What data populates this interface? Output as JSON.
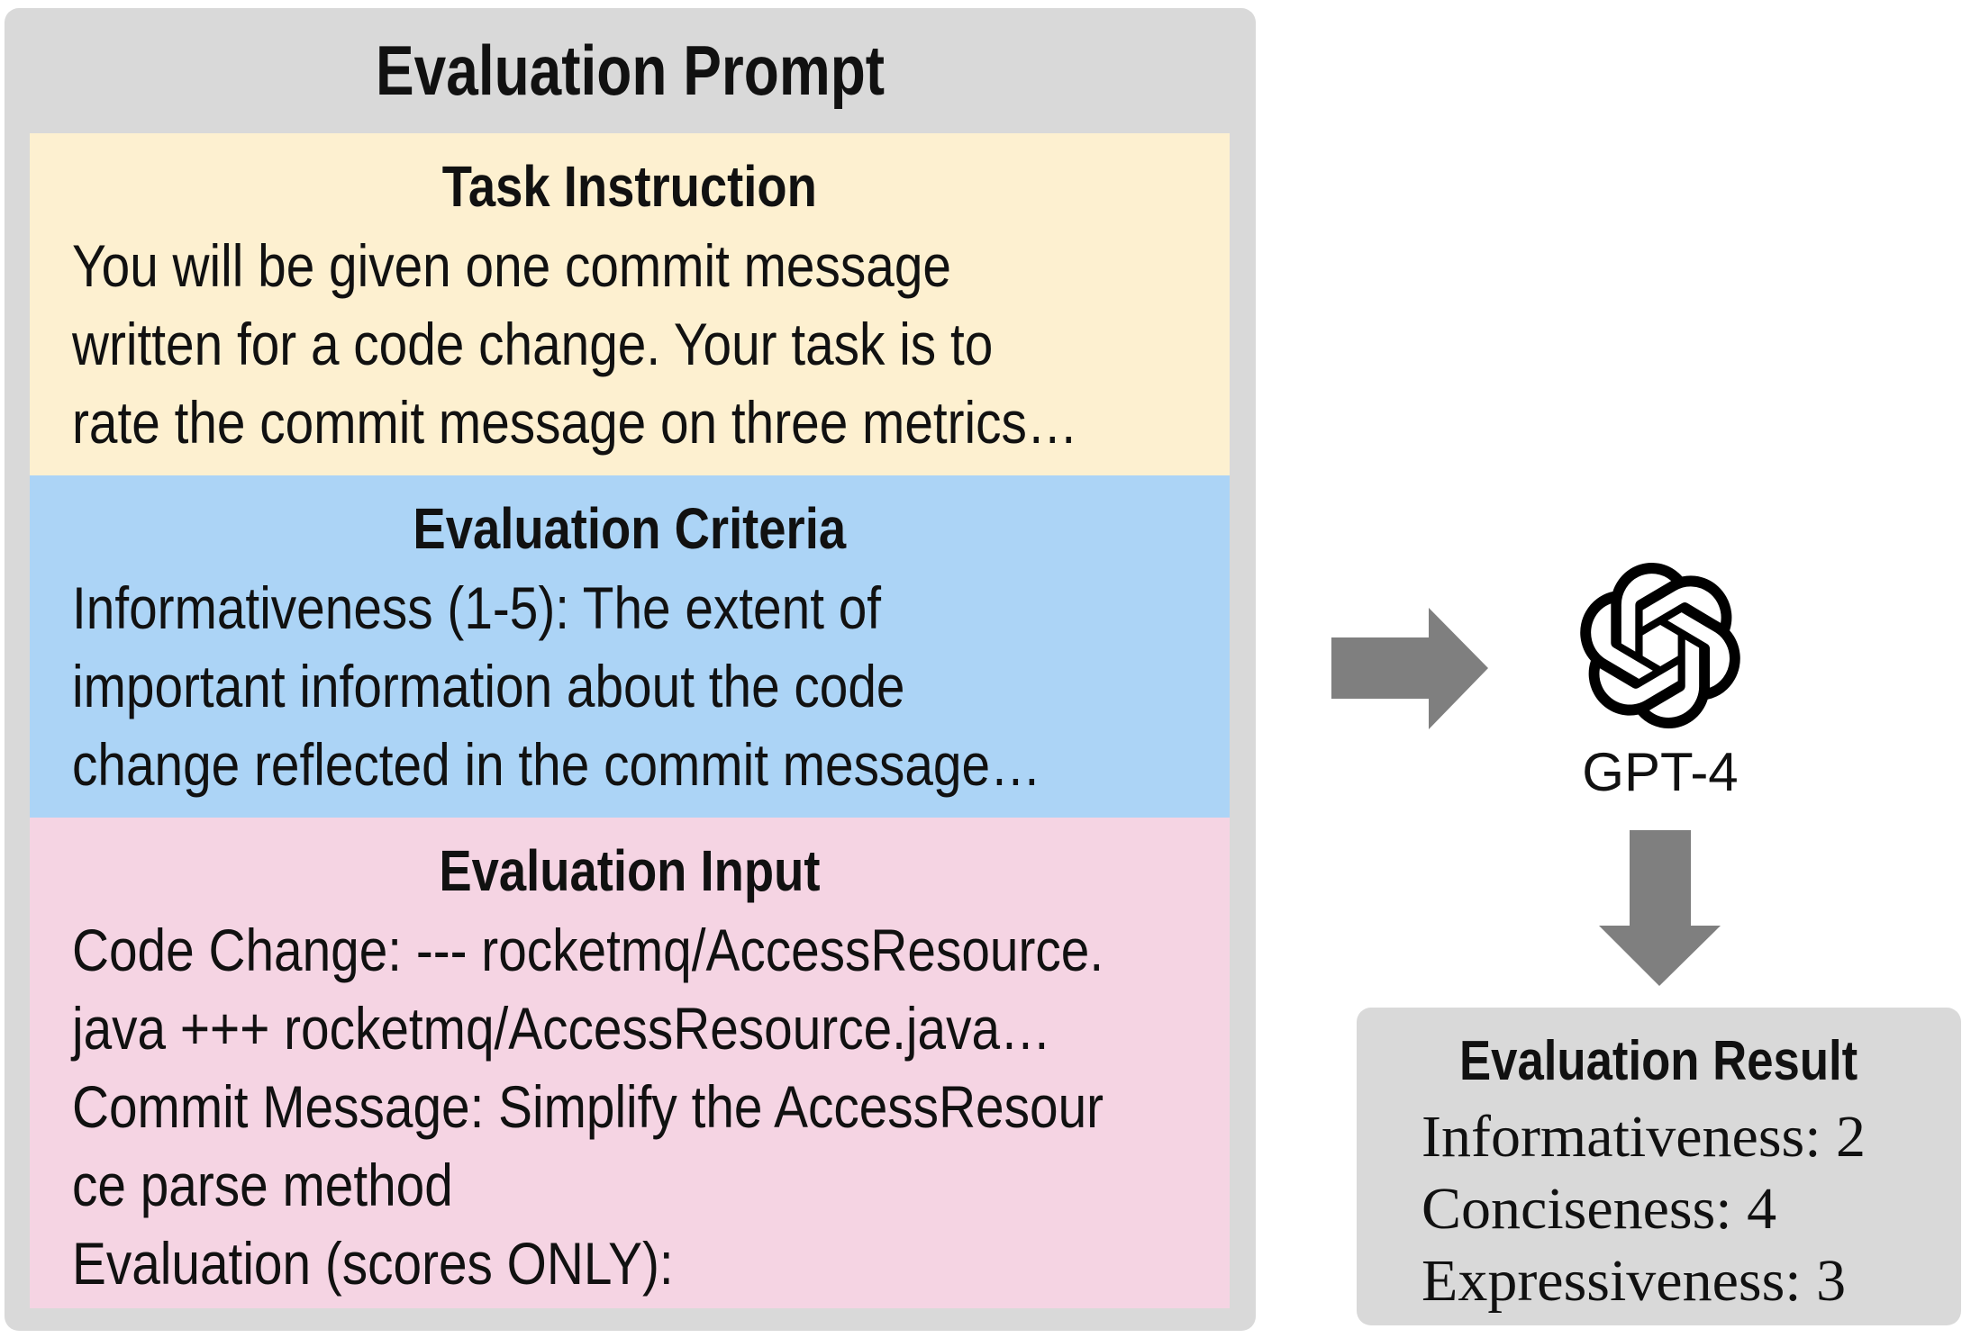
{
  "prompt_panel": {
    "title": "Evaluation Prompt",
    "sections": [
      {
        "heading": "Task Instruction",
        "lines": [
          "You will be given one commit message",
          "written for a code change. Your task is to",
          "rate the commit message on three metrics…"
        ]
      },
      {
        "heading": "Evaluation Criteria",
        "lines": [
          "Informativeness (1-5): The extent of",
          "important information about the code",
          "change reflected in the commit message…"
        ]
      },
      {
        "heading": "Evaluation Input",
        "lines": [
          "Code Change: --- rocketmq/AccessResource.",
          "java +++ rocketmq/AccessResource.java…",
          "Commit Message: Simplify the AccessResour",
          "ce parse method",
          "Evaluation (scores ONLY):"
        ]
      }
    ]
  },
  "model": {
    "label": "GPT-4",
    "logo_icon": "openai-logo-icon"
  },
  "result_panel": {
    "heading": "Evaluation Result",
    "lines": [
      "Informativeness: 2",
      "Conciseness: 4",
      "Expressiveness: 3"
    ]
  },
  "colors": {
    "panel_bg": "#d9d9d9",
    "task_bg": "#fdf0d0",
    "criteria_bg": "#acd4f6",
    "input_bg": "#f5d4e3",
    "arrow": "#7f7f7f",
    "text": "#111111",
    "logo": "#000000"
  }
}
